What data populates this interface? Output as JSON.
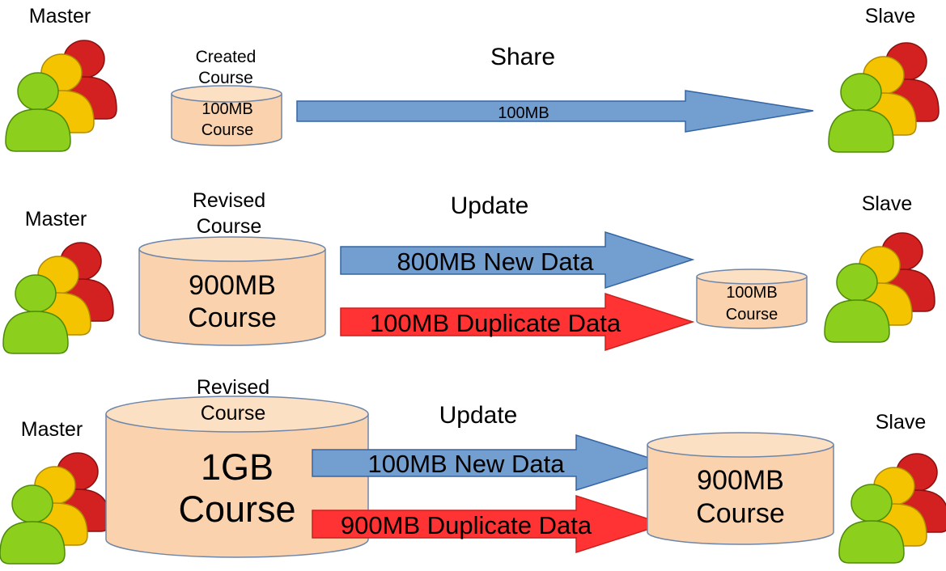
{
  "colors": {
    "cylinder_fill": "#fad3ae",
    "cylinder_stroke": "#6e86a8",
    "arrow_new": "#729fcf",
    "arrow_new_stroke": "#3465a4",
    "arrow_duplicate": "#ff3333",
    "arrow_duplicate_stroke": "#c9211e",
    "person_green": "#8ccf1c",
    "person_yellow": "#f5c400",
    "person_red": "#d32020"
  },
  "rows": [
    {
      "master_label": "Master",
      "slave_label": "Slave",
      "action_label": "Share",
      "source": {
        "caption": [
          "Created",
          "Course"
        ],
        "content": [
          "100MB",
          "Course"
        ]
      },
      "target": null,
      "arrows": [
        {
          "kind": "new",
          "label": "100MB"
        }
      ]
    },
    {
      "master_label": "Master",
      "slave_label": "Slave",
      "action_label": "Update",
      "source": {
        "caption": [
          "Revised",
          "Course"
        ],
        "content": [
          "900MB",
          "Course"
        ]
      },
      "target": {
        "content": [
          "100MB",
          "Course"
        ]
      },
      "arrows": [
        {
          "kind": "new",
          "label": "800MB New Data"
        },
        {
          "kind": "duplicate",
          "label": "100MB Duplicate Data"
        }
      ]
    },
    {
      "master_label": "Master",
      "slave_label": "Slave",
      "action_label": "Update",
      "source": {
        "caption": [
          "Revised",
          "Course"
        ],
        "content": [
          "1GB",
          "Course"
        ]
      },
      "target": {
        "content": [
          "900MB",
          "Course"
        ]
      },
      "arrows": [
        {
          "kind": "new",
          "label": "100MB New Data"
        },
        {
          "kind": "duplicate",
          "label": "900MB Duplicate Data"
        }
      ]
    }
  ]
}
